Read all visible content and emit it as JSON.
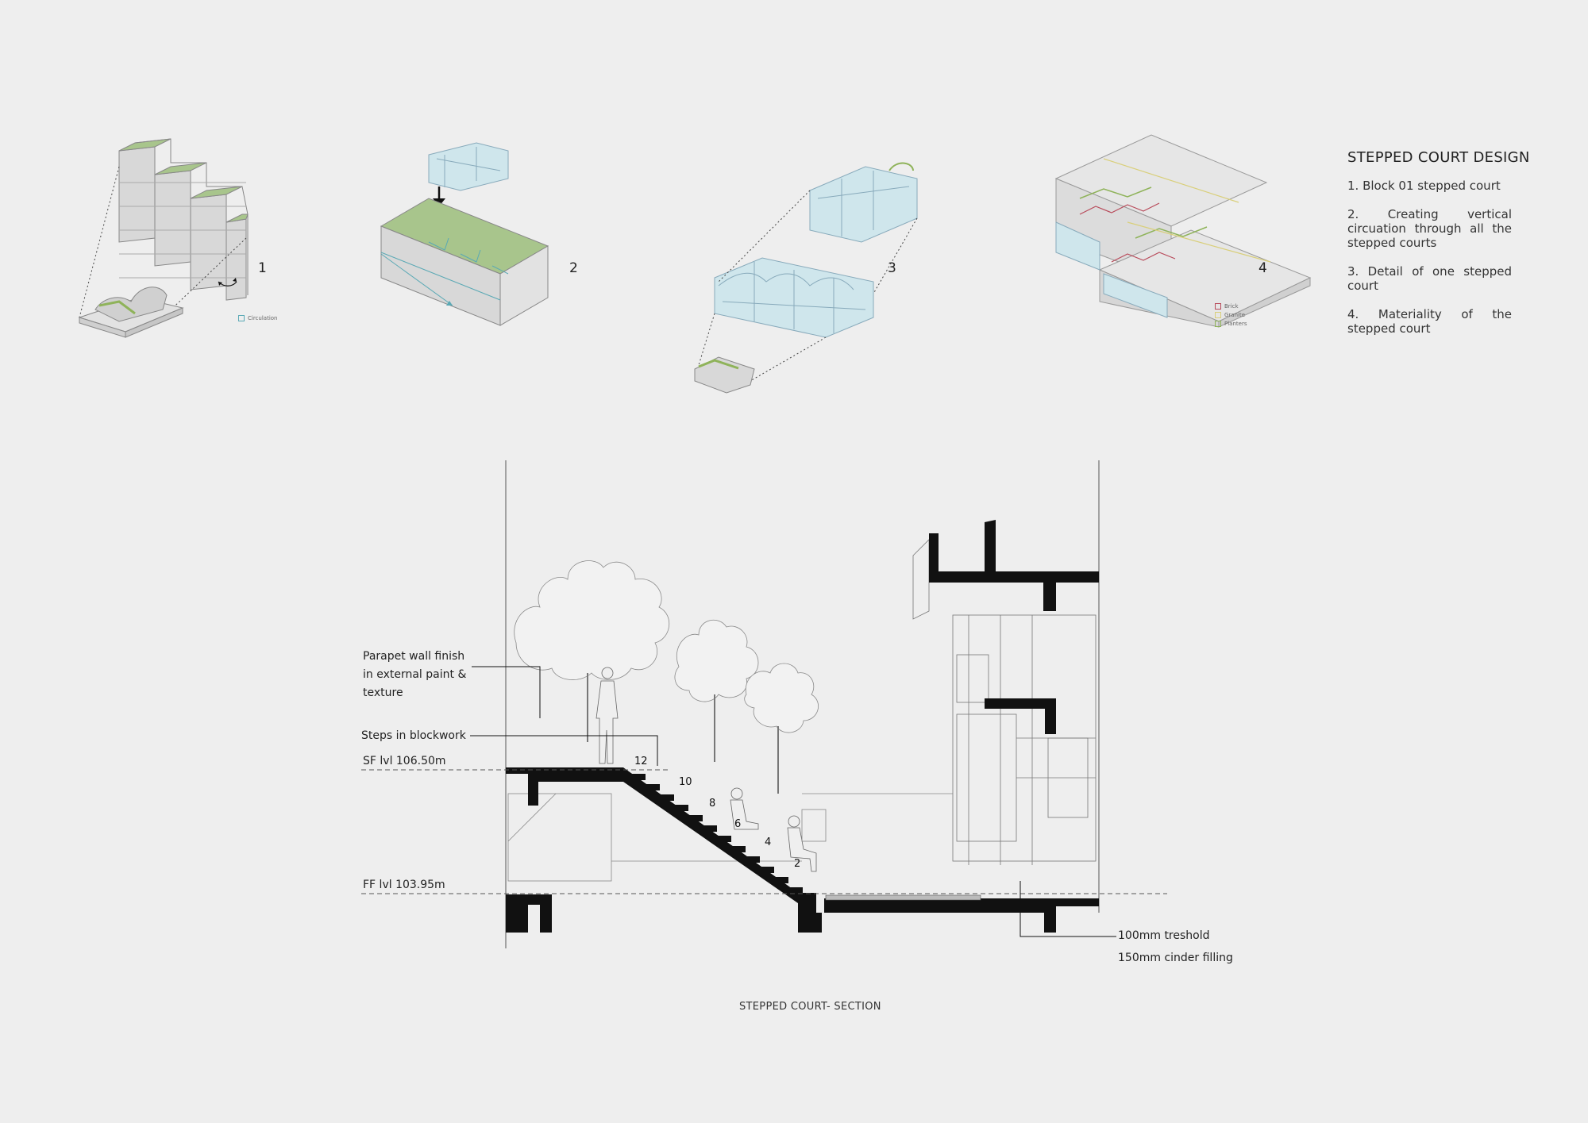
{
  "panel": {
    "title": "STEPPED COURT DESIGN",
    "items": [
      "1. Block 01 stepped court",
      "2. Creating vertical circuation through all the stepped courts",
      "3. Detail of one stepped court",
      "4. Materiality of the stepped court"
    ]
  },
  "figures": {
    "fig1": {
      "number": "1",
      "legend": "Circulation"
    },
    "fig2": {
      "number": "2"
    },
    "fig3": {
      "number": "3"
    },
    "fig4": {
      "number": "4",
      "legend": [
        "Brick",
        "Granite",
        "Planters"
      ]
    }
  },
  "section": {
    "caption": "STEPPED COURT- SECTION",
    "annotations": {
      "parapet": [
        "Parapet wall finish",
        "in external paint &",
        "texture"
      ],
      "steps": "Steps in blockwork",
      "sf_level": "SF lvl 106.50m",
      "ff_level": "FF lvl 103.95m",
      "threshold": "100mm treshold",
      "cinder": "150mm cinder filling"
    },
    "step_numbers": [
      "12",
      "10",
      "8",
      "6",
      "4",
      "2"
    ]
  },
  "colors": {
    "background": "#eeeeee",
    "green": "#a8c58c",
    "glass": "#cfe6ec",
    "circulation": "#5aa9b5",
    "brick": "#b84a5a",
    "granite": "#d9cf7a",
    "planters": "#8fb35a"
  }
}
